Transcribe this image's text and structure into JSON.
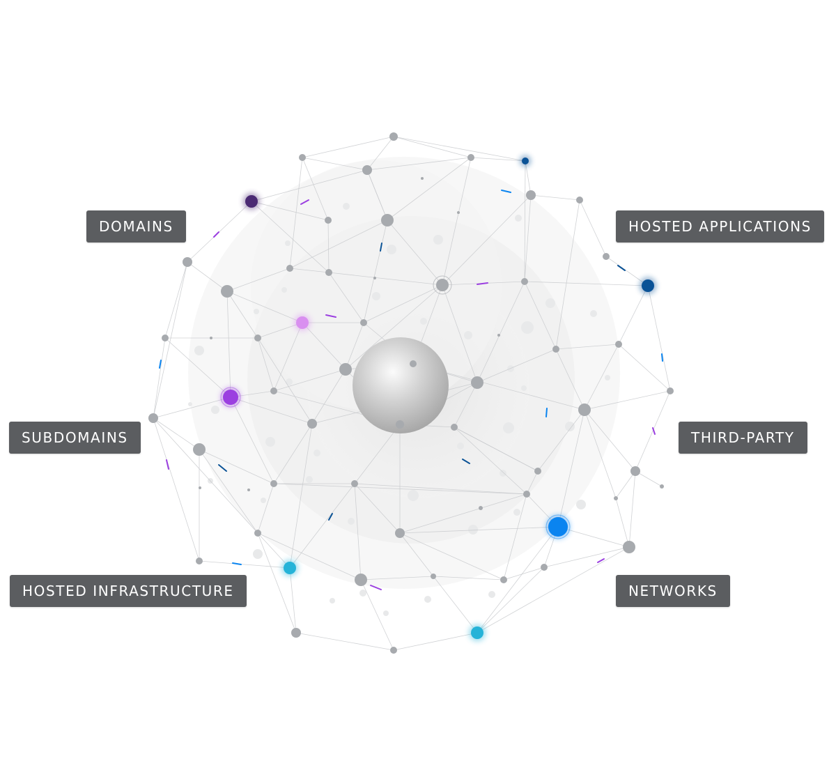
{
  "labels": {
    "domains": "DOMAINS",
    "hosted_applications": "HOSTED APPLICATIONS",
    "subdomains": "SUBDOMAINS",
    "third_party": "THIRD-PARTY",
    "hosted_infrastructure": "HOSTED INFRASTRUCTURE",
    "networks": "NETWORKS"
  },
  "colors": {
    "label_bg": "#5b5d60",
    "label_text": "#ffffff",
    "node_gray": "#a7aaae",
    "edge": "#c8cacd",
    "purple_dark": "#4b2a73",
    "purple": "#9b3fe0",
    "lavender": "#d98ff0",
    "navy": "#0a5296",
    "blue": "#0a84f0",
    "cyan": "#25b3d8"
  }
}
